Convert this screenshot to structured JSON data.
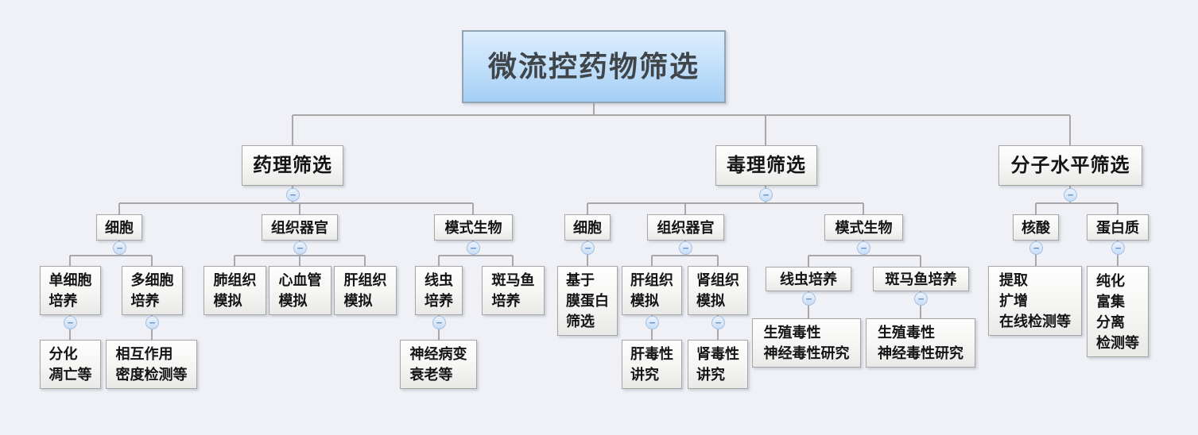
{
  "icons": {
    "collapse_glyph": "−"
  },
  "colors": {
    "background": "#eff1f7",
    "root_fill_top": "#dceefd",
    "root_fill_bottom": "#a5cff5",
    "root_border": "#93a4b4",
    "node_fill_top": "#fefefe",
    "node_fill_bottom": "#e9e9e7",
    "node_border": "#a6a6a6",
    "connector": "#a8a8a8",
    "collapse_fill": "#c9ddf6",
    "collapse_border": "#a4c0e4",
    "collapse_glyph_color": "#6a90c2"
  },
  "nodes": {
    "root": {
      "label": "微流控药物筛选"
    },
    "pharm": {
      "label": "药理筛选",
      "cell": {
        "label": "细胞",
        "single": {
          "label": "单细胞\n培养",
          "detail": {
            "label": "分化\n凋亡等"
          }
        },
        "multi": {
          "label": "多细胞\n培养",
          "detail": {
            "label": "相互作用\n密度检测等"
          }
        }
      },
      "tissue": {
        "label": "组织器官",
        "lung": {
          "label": "肺组织\n模拟"
        },
        "cardio": {
          "label": "心血管\n模拟"
        },
        "liver": {
          "label": "肝组织\n模拟"
        }
      },
      "model": {
        "label": "模式生物",
        "nematode": {
          "label": "线虫\n培养",
          "detail": {
            "label": "神经病变\n衰老等"
          }
        },
        "zebrafish": {
          "label": "斑马鱼\n培养"
        }
      }
    },
    "tox": {
      "label": "毒理筛选",
      "cell": {
        "label": "细胞",
        "membrane": {
          "label": "基于\n膜蛋白\n筛选"
        }
      },
      "tissue": {
        "label": "组织器官",
        "liver": {
          "label": "肝组织\n模拟",
          "detail": {
            "label": "肝毒性\n讲究"
          }
        },
        "kidney": {
          "label": "肾组织\n模拟",
          "detail": {
            "label": "肾毒性\n讲究"
          }
        }
      },
      "model": {
        "label": "模式生物",
        "nematode": {
          "label": "线虫培养",
          "detail": {
            "label": "生殖毒性\n神经毒性研究"
          }
        },
        "zebrafish": {
          "label": "斑马鱼培养",
          "detail": {
            "label": "生殖毒性\n神经毒性研究"
          }
        }
      }
    },
    "mol": {
      "label": "分子水平筛选",
      "nucleic": {
        "label": "核酸",
        "detail": {
          "label": "提取\n扩增\n在线检测等"
        }
      },
      "protein": {
        "label": "蛋白质",
        "detail": {
          "label": "纯化\n富集\n分离\n检测等"
        }
      }
    }
  }
}
